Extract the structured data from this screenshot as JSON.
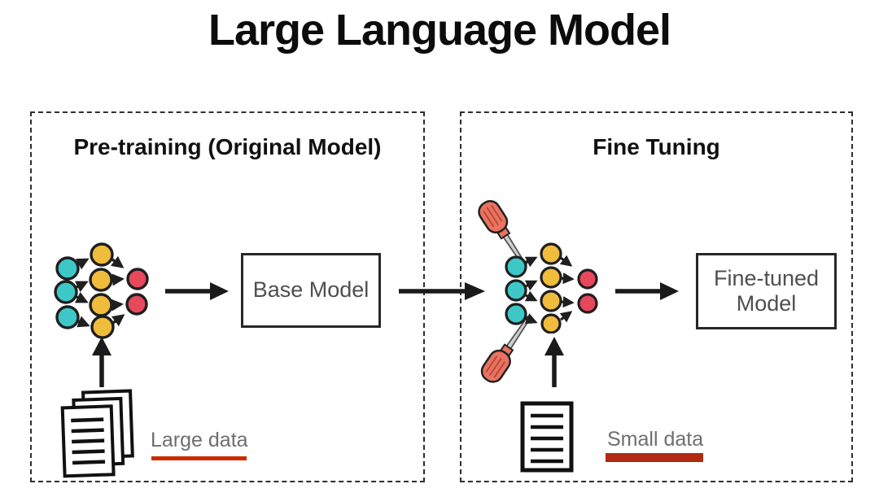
{
  "title": "Large Language Model",
  "pretraining": {
    "header": "Pre-training (Original Model)",
    "model_box_label": "Base Model",
    "data_label": "Large data",
    "icons": [
      "neural-network-icon",
      "document-stack-icon",
      "arrow-up-icon",
      "arrow-right-icon"
    ]
  },
  "finetuning": {
    "header": "Fine Tuning",
    "model_box_label": "Fine-tuned Model",
    "data_label": "Small data",
    "icons": [
      "screwdriver-icon",
      "neural-network-icon",
      "document-icon",
      "arrow-up-icon",
      "arrow-right-icon"
    ]
  },
  "colors": {
    "node_cyan": "#3ec7c7",
    "node_yellow": "#f0bc3c",
    "node_red": "#e8485c",
    "node_outline": "#1f1f1f",
    "arrow_black": "#1a1a1a",
    "screwdriver_handle": "#ea7361",
    "text_gray": "#6e6e6e",
    "box_text_gray": "#4f4f4f",
    "underline_large_data": "#cc2a00",
    "underline_small_data": "#b22b10"
  }
}
